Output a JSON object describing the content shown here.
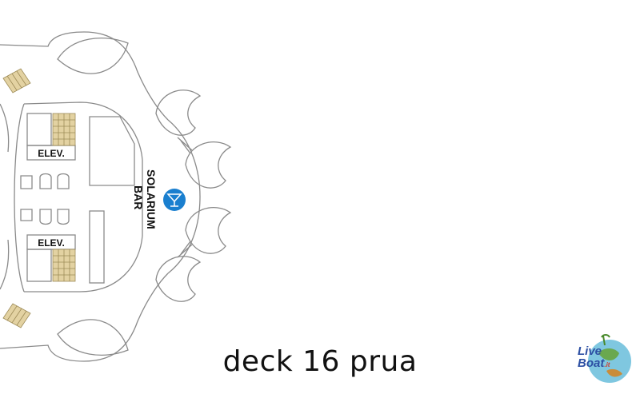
{
  "plan": {
    "elevator_label_top": "ELEV.",
    "elevator_label_bottom": "ELEV.",
    "bar_label_line1": "SOLARIUM",
    "bar_label_line2": "BAR",
    "bar_icon": "cocktail-glass-icon",
    "colors": {
      "outline": "#8a8a8a",
      "stairs": "#e3d2a2",
      "bar_badge": "#1a7fcf"
    }
  },
  "caption": "deck 16 prua",
  "logo": {
    "text_main": "Live",
    "text_second": "Boat",
    "text_suffix": ".it"
  }
}
